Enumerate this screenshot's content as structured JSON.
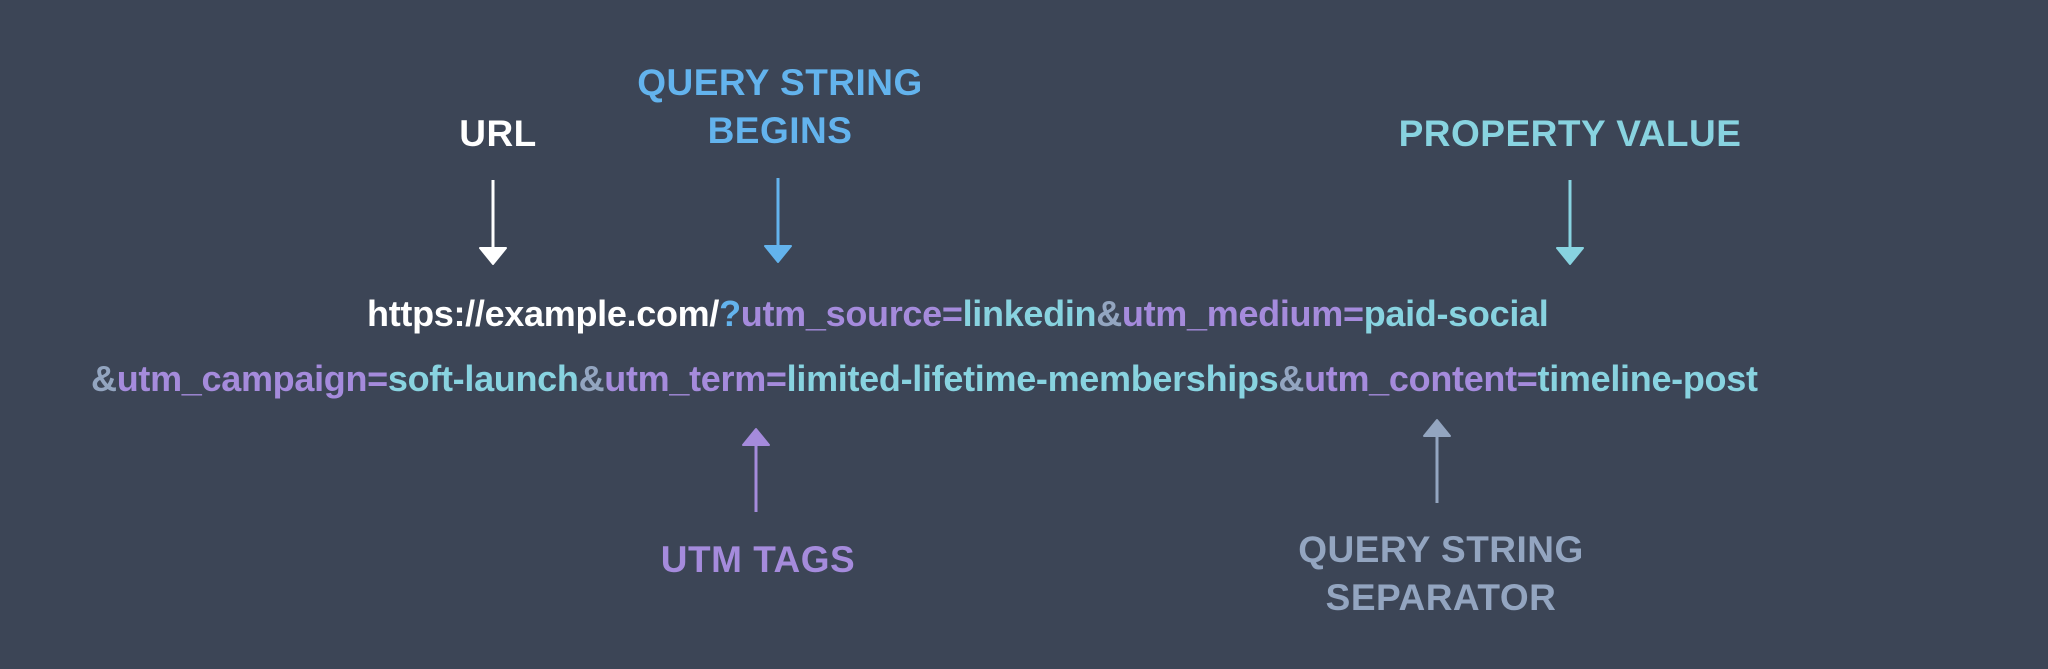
{
  "colors": {
    "background": "#3c4556",
    "url": "#ffffff",
    "query_begins": "#63b3ed",
    "utm_tags": "#a58bdc",
    "property_value": "#88d3e0",
    "separator": "#93a5c0"
  },
  "labels": {
    "url": "URL",
    "query_string_begins_line1": "QUERY STRING",
    "query_string_begins_line2": "BEGINS",
    "property_value": "PROPERTY VALUE",
    "utm_tags": "UTM TAGS",
    "query_string_separator_line1": "QUERY STRING",
    "query_string_separator_line2": "SEPARATOR"
  },
  "url_line1": {
    "base": "https://example.com/",
    "q": "?",
    "tag1": "utm_source=",
    "val1": "linkedin",
    "sep1": "&",
    "tag2": "utm_medium=",
    "val2": "paid-social"
  },
  "url_line2": {
    "sep1": "&",
    "tag1": "utm_campaign=",
    "val1": "soft-launch",
    "sep2": "&",
    "tag2": "utm_term=",
    "val2": "limited-lifetime-memberships",
    "sep3": "&",
    "tag3": "utm_content=",
    "val3": "timeline-post"
  }
}
